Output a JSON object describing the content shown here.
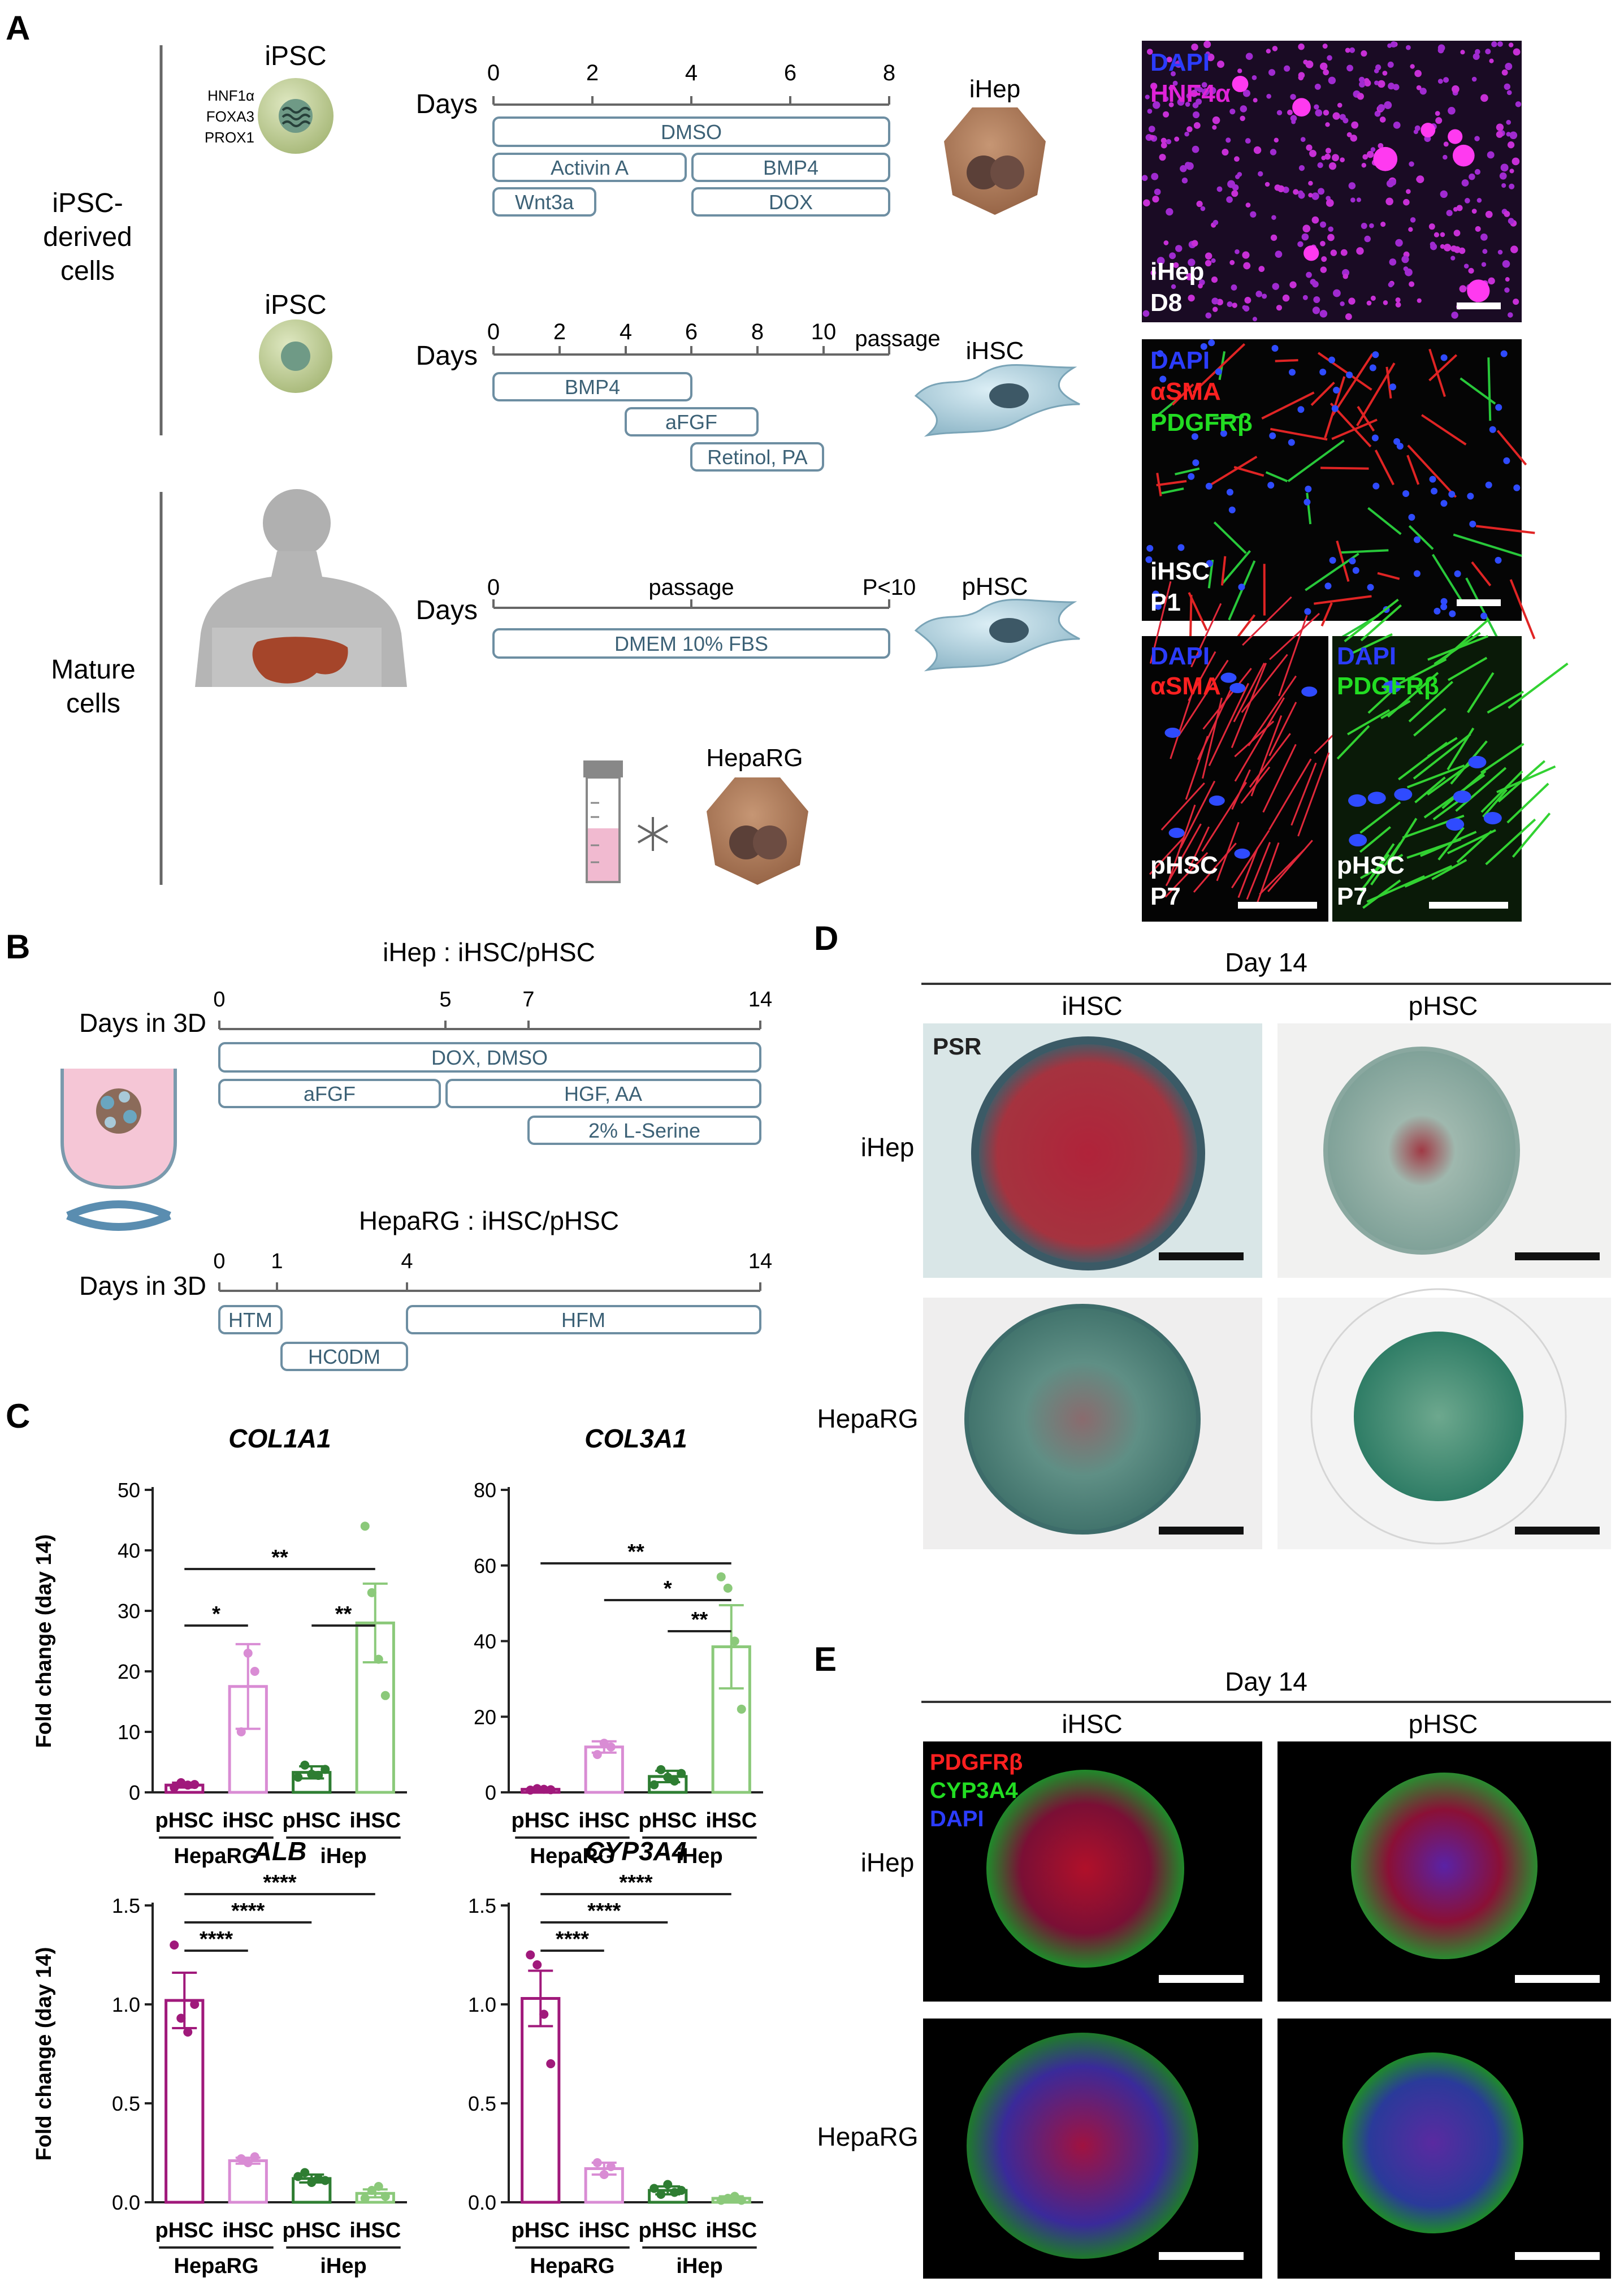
{
  "panels": {
    "a": "A",
    "b": "B",
    "c": "C",
    "d": "D",
    "e": "E"
  },
  "a": {
    "group_ipsc": [
      "iPSC-",
      "derived",
      "cells"
    ],
    "group_mature": [
      "Mature",
      "cells"
    ],
    "ipsc1": "iPSC",
    "factors": [
      "HNF1α",
      "FOXA3",
      "PROX1"
    ],
    "ipsc2": "iPSC",
    "days": "Days",
    "row1_ticks": [
      "0",
      "2",
      "4",
      "6",
      "8"
    ],
    "row1_bars": [
      "DMSO",
      "Activin A",
      "BMP4",
      "Wnt3a",
      "DOX"
    ],
    "row1_cell": "iHep",
    "row2_ticks": [
      "0",
      "2",
      "4",
      "6",
      "8",
      "10"
    ],
    "row2_passage": "passage",
    "row2_bars": [
      "BMP4",
      "aFGF",
      "Retinol, PA"
    ],
    "row2_cell": "iHSC",
    "row3_ticks": [
      "0",
      "passage",
      "P<10"
    ],
    "row3_bars": [
      "DMEM 10% FBS"
    ],
    "row3_cell": "pHSC",
    "heparg": "HepaRG",
    "img1": {
      "stain1": "DAPI",
      "stain2": "HNF4α",
      "cell": "iHep",
      "time": "D8"
    },
    "img2": {
      "stain1": "DAPI",
      "stain2": "αSMA",
      "stain3": "PDGFRβ",
      "cell": "iHSC",
      "time": "P1"
    },
    "img3": {
      "stain1": "DAPI",
      "stain2": "αSMA",
      "cell": "pHSC",
      "time": "P7"
    },
    "img4": {
      "stain1": "DAPI",
      "stain2": "PDGFRβ",
      "cell": "pHSC",
      "time": "P7"
    }
  },
  "b": {
    "title1": "iHep : iHSC/pHSC",
    "days3d": "Days in 3D",
    "ticks1": [
      "0",
      "5",
      "7",
      "14"
    ],
    "bars1": [
      "DOX, DMSO",
      "aFGF",
      "HGF, AA",
      "2% L-Serine"
    ],
    "title2": "HepaRG : iHSC/pHSC",
    "ticks2": [
      "0",
      "1",
      "4",
      "14"
    ],
    "bars2": [
      "HTM",
      "HFM",
      "HC0DM"
    ]
  },
  "d": {
    "day": "Day 14",
    "col1": "iHSC",
    "col2": "pHSC",
    "row1": "iHep",
    "row2": "HepaRG",
    "stain": "PSR"
  },
  "e": {
    "day": "Day 14",
    "col1": "iHSC",
    "col2": "pHSC",
    "row1": "iHep",
    "row2": "HepaRG",
    "stain1": "PDGFRβ",
    "stain2": "CYP3A4",
    "stain3": "DAPI"
  },
  "colors": {
    "pHSC_HepaRG": "#a0197b",
    "iHSC_HepaRG": "#d98cd4",
    "pHSC_iHep": "#2e7d32",
    "iHSC_iHep": "#8bc97a",
    "timeline": "#5a7f99"
  },
  "chart_data": [
    {
      "type": "bar",
      "title": "COL1A1",
      "ylabel": "Fold change (day 14)",
      "ylim": [
        0,
        50
      ],
      "yticks": [
        "0",
        "10",
        "20",
        "30",
        "40",
        "50"
      ],
      "categories": [
        "pHSC",
        "iHSC",
        "pHSC",
        "iHSC"
      ],
      "groups": [
        "HepaRG",
        "iHep"
      ],
      "values": [
        1.2,
        17.5,
        3.3,
        28
      ],
      "errors": [
        0.4,
        7,
        1,
        6.5
      ],
      "points": [
        [
          0.8,
          1.6,
          1.2,
          1.3
        ],
        [
          10,
          23,
          20
        ],
        [
          2.5,
          4.5,
          3,
          2.8,
          3.8
        ],
        [
          44,
          33,
          22,
          16
        ]
      ],
      "significance": [
        {
          "pair": [
            0,
            3
          ],
          "label": "**"
        },
        {
          "pair": [
            0,
            1
          ],
          "label": "*"
        },
        {
          "pair": [
            2,
            3
          ],
          "label": "**"
        }
      ]
    },
    {
      "type": "bar",
      "title": "COL3A1",
      "ylabel": "",
      "ylim": [
        0,
        80
      ],
      "yticks": [
        "0",
        "20",
        "40",
        "60",
        "80"
      ],
      "categories": [
        "pHSC",
        "iHSC",
        "pHSC",
        "iHSC"
      ],
      "groups": [
        "HepaRG",
        "iHep"
      ],
      "values": [
        0.8,
        12,
        4.2,
        38.5
      ],
      "errors": [
        0.2,
        1.5,
        1.5,
        11
      ],
      "points": [
        [
          0.6,
          1,
          0.8,
          0.7
        ],
        [
          10,
          13,
          12
        ],
        [
          2,
          6,
          4,
          3,
          5
        ],
        [
          57,
          54,
          40,
          22
        ]
      ],
      "significance": [
        {
          "pair": [
            0,
            3
          ],
          "label": "**"
        },
        {
          "pair": [
            1,
            3
          ],
          "label": "*"
        },
        {
          "pair": [
            2,
            3
          ],
          "label": "**"
        }
      ]
    },
    {
      "type": "bar",
      "title": "ALB",
      "ylabel": "Fold change (day 14)",
      "ylim": [
        0,
        1.5
      ],
      "yticks": [
        "0.0",
        "0.5",
        "1.0",
        "1.5"
      ],
      "categories": [
        "pHSC",
        "iHSC",
        "pHSC",
        "iHSC"
      ],
      "groups": [
        "HepaRG",
        "iHep"
      ],
      "values": [
        1.02,
        0.21,
        0.12,
        0.045
      ],
      "errors": [
        0.14,
        0.015,
        0.02,
        0.02
      ],
      "points": [
        [
          1.3,
          0.93,
          0.86,
          1.0
        ],
        [
          0.22,
          0.2,
          0.23
        ],
        [
          0.13,
          0.15,
          0.1,
          0.12,
          0.11
        ],
        [
          0.02,
          0.06,
          0.08,
          0.03
        ]
      ],
      "significance": [
        {
          "pair": [
            0,
            1
          ],
          "label": "****"
        },
        {
          "pair": [
            0,
            2
          ],
          "label": "****"
        },
        {
          "pair": [
            0,
            3
          ],
          "label": "****"
        }
      ]
    },
    {
      "type": "bar",
      "title": "CYP3A4",
      "ylabel": "",
      "ylim": [
        0,
        1.5
      ],
      "yticks": [
        "0.0",
        "0.5",
        "1.0",
        "1.5"
      ],
      "categories": [
        "pHSC",
        "iHSC",
        "pHSC",
        "iHSC"
      ],
      "groups": [
        "HepaRG",
        "iHep"
      ],
      "values": [
        1.03,
        0.17,
        0.06,
        0.02
      ],
      "errors": [
        0.14,
        0.03,
        0.02,
        0.01
      ],
      "points": [
        [
          1.25,
          1.2,
          0.95,
          0.7
        ],
        [
          0.2,
          0.14,
          0.18
        ],
        [
          0.07,
          0.04,
          0.09,
          0.05,
          0.06
        ],
        [
          0.01,
          0.02,
          0.03,
          0.01
        ]
      ],
      "significance": [
        {
          "pair": [
            0,
            1
          ],
          "label": "****"
        },
        {
          "pair": [
            0,
            2
          ],
          "label": "****"
        },
        {
          "pair": [
            0,
            3
          ],
          "label": "****"
        }
      ]
    }
  ]
}
